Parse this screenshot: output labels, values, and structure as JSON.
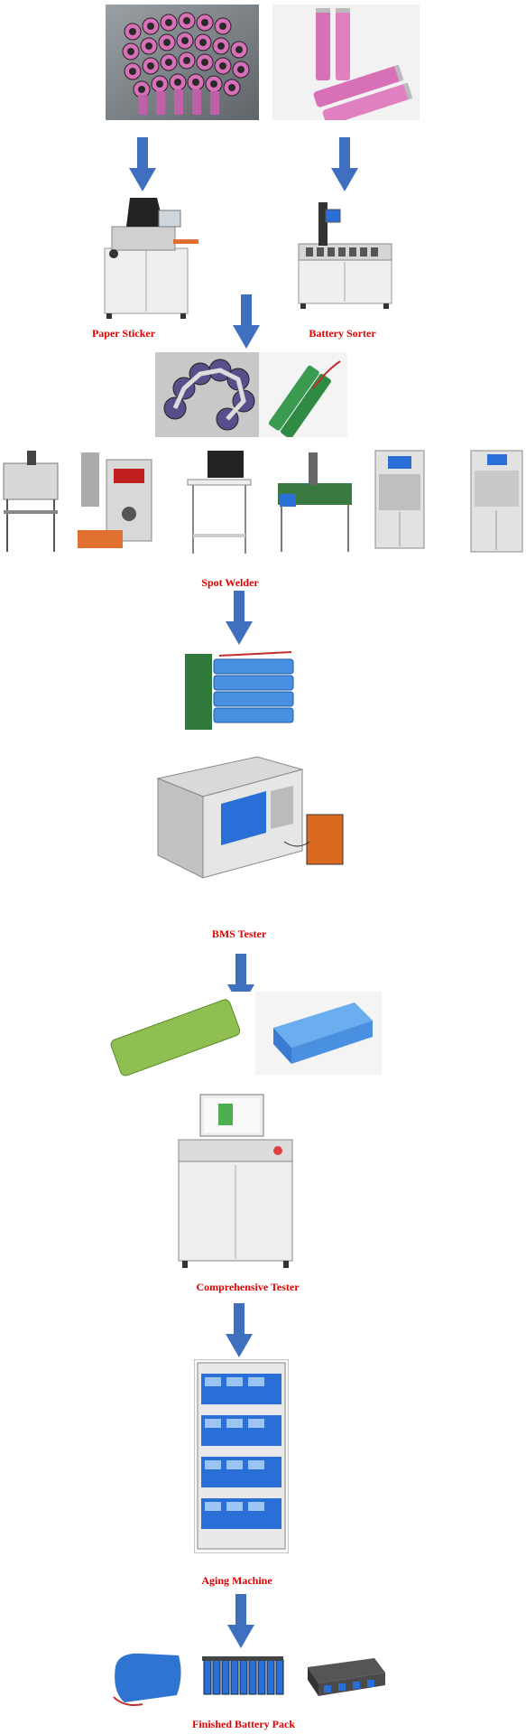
{
  "labels": {
    "paper_sticker": "Paper Sticker",
    "battery_sorter": "Battery Sorter",
    "spot_welder": "Spot Welder",
    "bms_tester": "BMS Tester",
    "comprehensive_tester": "Comprehensive Tester",
    "aging_machine": "Aging Machine",
    "finished_battery_pack": "Finished Battery Pack"
  },
  "colors": {
    "arrow": "#3f6fbf",
    "label": "#e00000",
    "cell_pink": "#d870b8",
    "cell_blue": "#4a90e0",
    "cell_green": "#8fbf50",
    "machine_grey": "#e6e6e6",
    "screen_blue": "#2a6fd8"
  }
}
